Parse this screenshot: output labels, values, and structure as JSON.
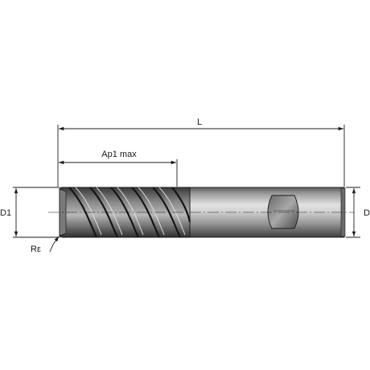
{
  "diagram": {
    "labels": {
      "overall_length": "L",
      "cut_length": "Ap1 max",
      "cutting_diameter": "D1",
      "shank_diameter": "D",
      "corner_radius": "Rε"
    },
    "colors": {
      "shank_light": "#d6d6d6",
      "shank_mid": "#9e9e9e",
      "shank_dark": "#4a4a4a",
      "outline": "#1a1a1a",
      "dimension": "#1a1a1a",
      "background": "#ffffff"
    }
  }
}
